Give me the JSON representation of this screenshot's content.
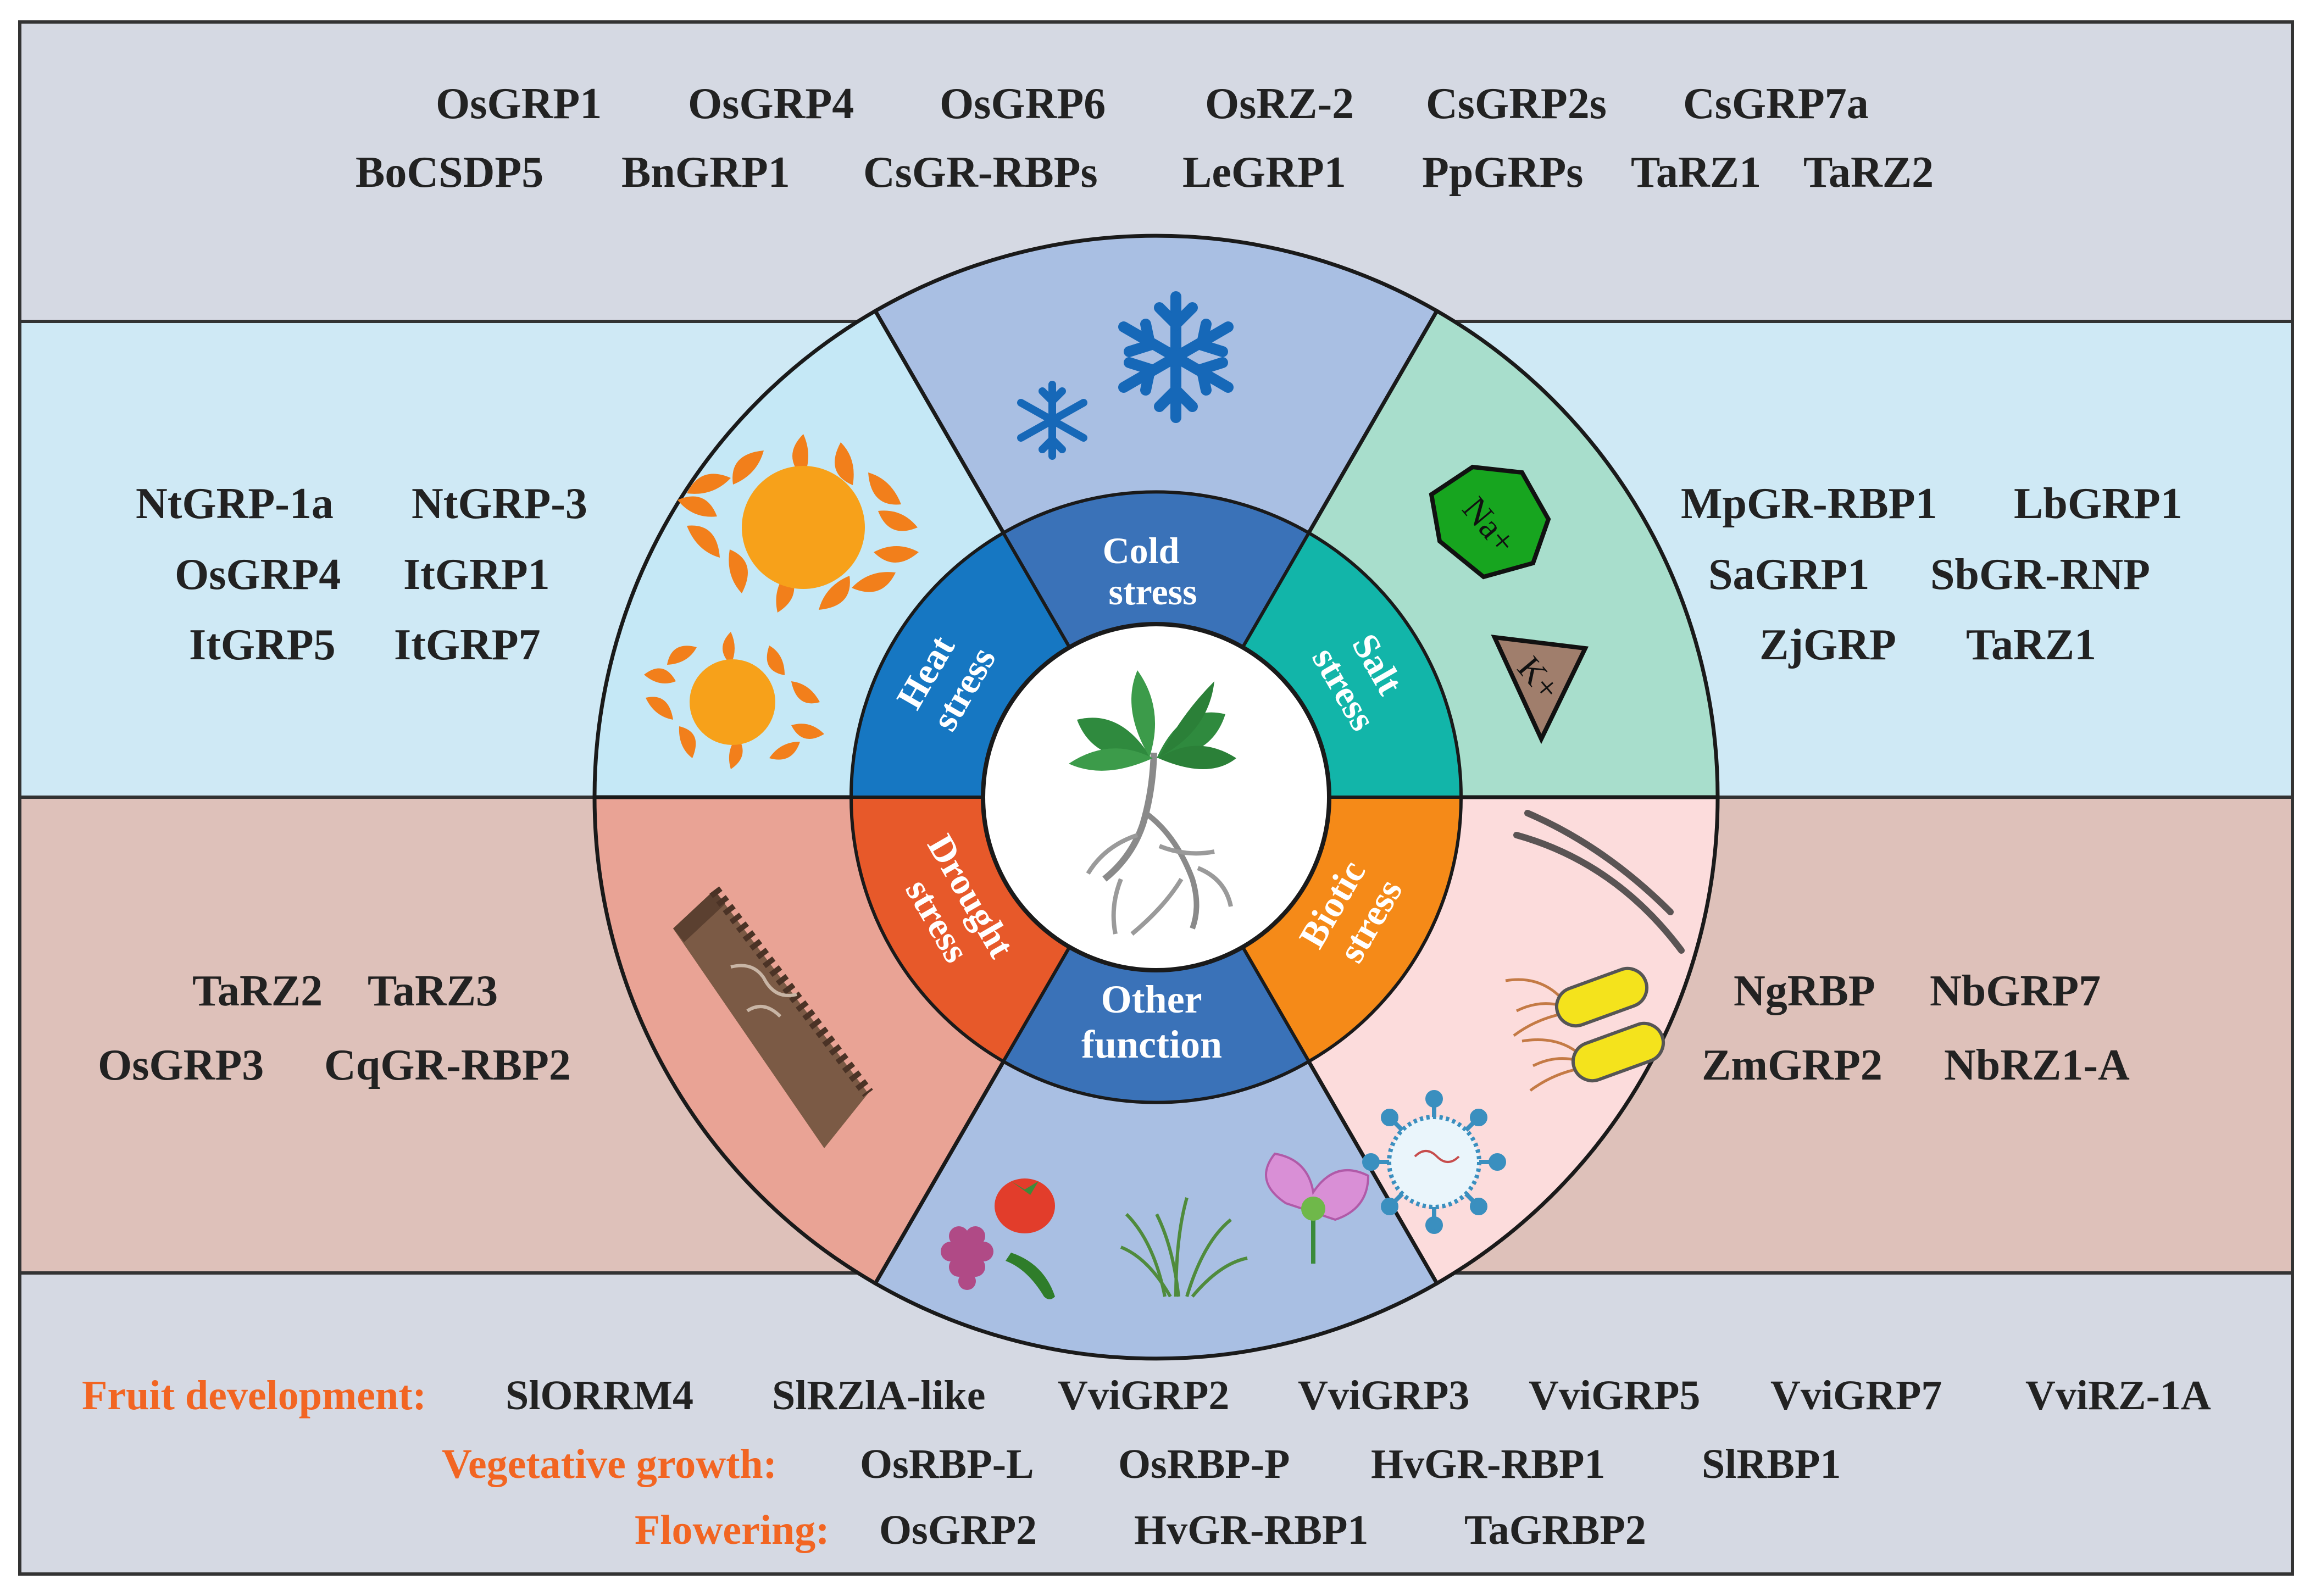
{
  "colors": {
    "band_top": "#d5d9e3",
    "band_left_upper": "#cfe9f5",
    "band_left_lower": "#dec1ba",
    "band_right_upper": "#cfe9f5",
    "band_right_lower": "#dec1ba",
    "band_bottom": "#d5d9e3",
    "cold_outer": "#a9bfe3",
    "salt_outer": "#a8decc",
    "biotic_outer": "#fcdcdc",
    "other_outer": "#a9bfe3",
    "drought_outer": "#e9a395",
    "heat_outer": "#c5e8f6",
    "cold_inner": "#3a72b8",
    "salt_inner": "#12b5a9",
    "biotic_inner": "#f58a18",
    "other_inner": "#3a72b8",
    "drought_inner": "#e7592a",
    "heat_inner": "#1677c2",
    "category_orange": "#f26522"
  },
  "top_box": {
    "row1": [
      "OsGRP1",
      "OsGRP4",
      "OsGRP6",
      "OsRZ-2",
      "CsGRP2s",
      "CsGRP7a"
    ],
    "row2": [
      "BoCSDP5",
      "BnGRP1",
      "CsGR-RBPs",
      "LeGRP1",
      "PpGRPs",
      "TaRZ1",
      "TaRZ2"
    ]
  },
  "heat_genes": {
    "row1": [
      "NtGRP-1a",
      "NtGRP-3"
    ],
    "row2": [
      "OsGRP4",
      "ItGRP1"
    ],
    "row3": [
      "ItGRP5",
      "ItGRP7"
    ]
  },
  "salt_genes": {
    "row1": [
      "MpGR-RBP1",
      "LbGRP1"
    ],
    "row2": [
      "SaGRP1",
      "SbGR-RNP"
    ],
    "row3": [
      "ZjGRP",
      "TaRZ1"
    ]
  },
  "drought_genes": {
    "row1": [
      "TaRZ2",
      "TaRZ3"
    ],
    "row2": [
      "OsGRP3",
      "CqGR-RBP2"
    ]
  },
  "biotic_genes": {
    "row1": [
      "NgRBP",
      "NbGRP7"
    ],
    "row2": [
      "ZmGRP2",
      "NbRZ1-A"
    ]
  },
  "wheel": {
    "cold": [
      "Cold",
      "stress"
    ],
    "heat": [
      "Heat",
      "stress"
    ],
    "salt": [
      "Salt",
      "stress"
    ],
    "drought": [
      "Drought",
      "stress"
    ],
    "biotic": [
      "Biotic",
      "stress"
    ],
    "other": [
      "Other",
      "function"
    ]
  },
  "ions": {
    "sodium": "Na+",
    "potassium": "K+"
  },
  "bottom_box": {
    "fruit_label": "Fruit development:",
    "fruit_genes": [
      "SlORRM4",
      "SlRZlA-like",
      "VviGRP2",
      "VviGRP3",
      "VviGRP5",
      "VviGRP7",
      "VviRZ-1A"
    ],
    "veg_label": "Vegetative growth:",
    "veg_genes": [
      "OsRBP-L",
      "OsRBP-P",
      "HvGR-RBP1",
      "SlRBP1"
    ],
    "flower_label": "Flowering:",
    "flower_genes": [
      "OsGRP2",
      "HvGR-RBP1",
      "TaGRBP2"
    ]
  }
}
